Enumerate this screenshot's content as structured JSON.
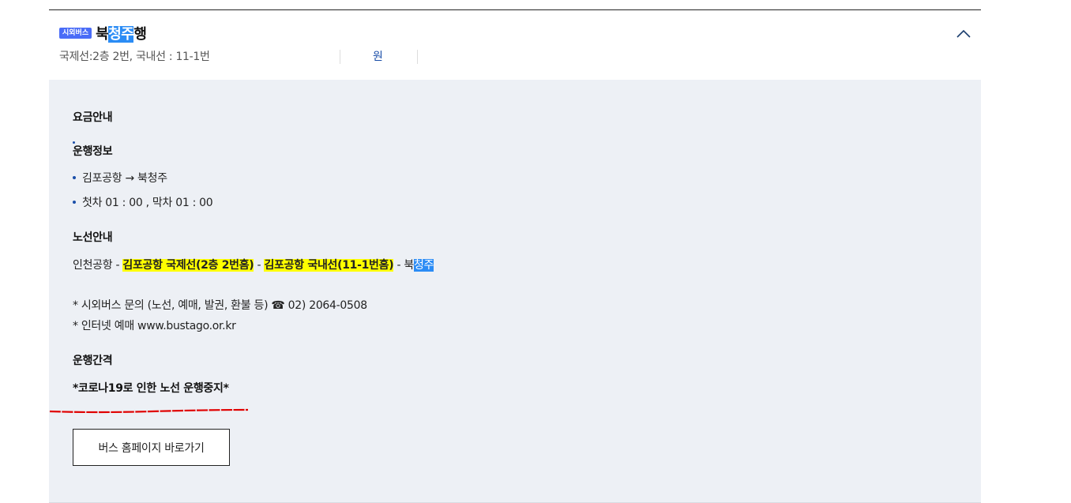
{
  "route": {
    "badge": "시외버스",
    "title_prefix": "북",
    "title_highlight": "청주",
    "title_suffix": "행",
    "platform_info": "국제선:2층 2번, 국내선 : 11-1번",
    "fare_unit": "원",
    "toggle_icon": "chevron-up-icon"
  },
  "detail": {
    "fare_title": "요금안내",
    "operation_title": "운행정보",
    "operation_items": [
      "김포공항 → 북청주",
      "첫차 01 : 00 , 막차 01 : 00"
    ],
    "route_title": "노선안내",
    "route_path": {
      "start": "인천공항 - ",
      "stop1": "김포공항 국제선(2층 2번홈)",
      "dash1": " - ",
      "stop2": "김포공항 국내선(11-1번홈)",
      "dash2": " - ",
      "end_prefix": "북",
      "end_highlight": "청주"
    },
    "inquiry_prefix": "* 시외버스 문의 (노선, 예매, 발권, 환불 등) ",
    "phone_icon": "☎",
    "inquiry_phone": " 02) 2064-0508",
    "internet_booking": "* 인터넷 예매 www.bustago.or.kr",
    "interval_title": "운행간격",
    "suspension_notice": "*코로나19로 인한 노선 운행중지*",
    "homepage_button": "버스 홈페이지 바로가기"
  },
  "colors": {
    "badge": "#4a6cf7",
    "highlight_blue": "#2b8cf5",
    "highlight_yellow": "#ffff00",
    "panel_bg": "#edf0f5",
    "annotation_red": "#e00000"
  }
}
